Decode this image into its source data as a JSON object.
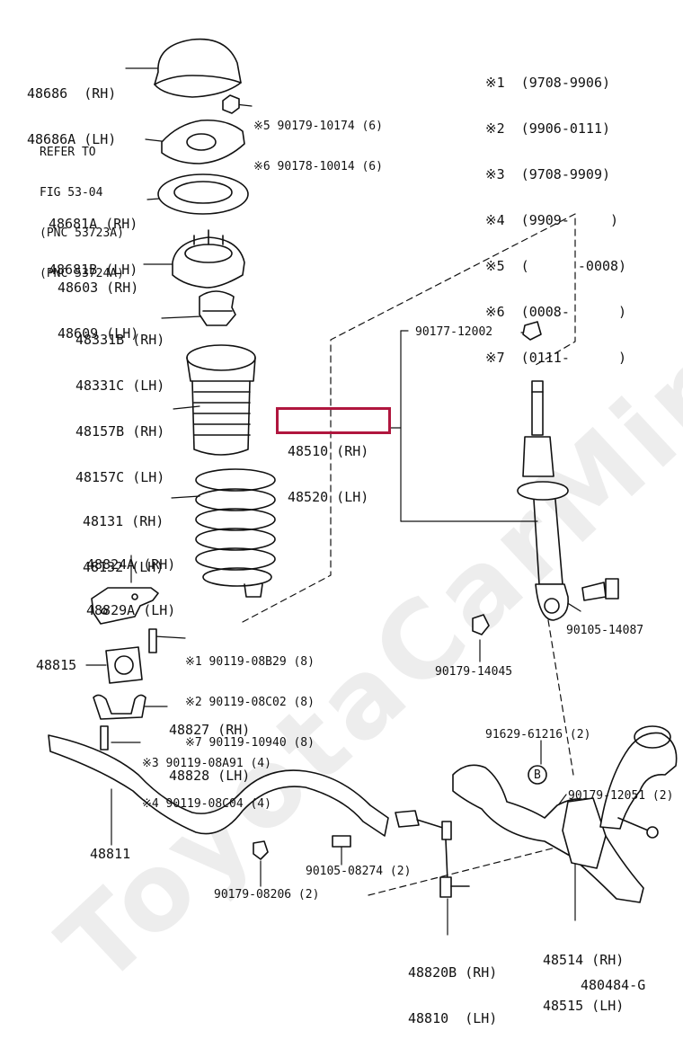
{
  "colors": {
    "highlight": "#b0163e",
    "ink": "#111111",
    "watermark": "rgba(0,0,0,0.07)"
  },
  "watermark": "ToyotaCarMine.ru",
  "legend": [
    "※1  (9708-9906)",
    "※2  (9906-0111)",
    "※3  (9708-9909)",
    "※4  (9909-     )",
    "※5  (      -0008)",
    "※6  (0008-      )",
    "※7  (0111-      )"
  ],
  "labels": {
    "p48686": [
      "48686  (RH)",
      "48686A (LH)"
    ],
    "nut_upper": [
      "※5 90179-10174 (6)",
      "※6 90178-10014 (6)"
    ],
    "refer": [
      "REFER TO",
      "FIG 53-04",
      "(PNC 53723A)",
      "(PNC 53724A)"
    ],
    "p48681": [
      "48681A (RH)",
      "48681B (LH)"
    ],
    "p48603": [
      "48603 (RH)",
      "48609 (LH)"
    ],
    "p48331": [
      "48331B (RH)",
      "48331C (LH)"
    ],
    "p48157": [
      "48157B (RH)",
      "48157C (LH)"
    ],
    "p48510": [
      "48510 (RH)",
      "48520 (LH)"
    ],
    "p90177": "90177-12002",
    "p48131": [
      "48131 (RH)",
      "48132 (LH)"
    ],
    "p48824": [
      "48824A (RH)",
      "48829A (LH)"
    ],
    "bolts_mid": [
      "※1 90119-08B29 (8)",
      "※2 90119-08C02 (8)",
      "※7 90119-10940 (8)"
    ],
    "p48815": "48815",
    "p48827": [
      "48827 (RH)",
      "48828 (LH)"
    ],
    "bolts_low": [
      "※3 90119-08A91 (4)",
      "※4 90119-08C04 (4)"
    ],
    "p90105_14087": "90105-14087",
    "p90179_14045": "90179-14045",
    "p91629": "91629-61216 (2)",
    "circleB": "B",
    "p90179_12051": "90179-12051 (2)",
    "p48811": "48811",
    "p90105_08274": "90105-08274 (2)",
    "p90179_08206": "90179-08206 (2)",
    "p48820": [
      "48820B (RH)",
      "48810  (LH)"
    ],
    "p48514": [
      "48514 (RH)",
      "48515 (LH)"
    ],
    "figno": "480484-G"
  }
}
